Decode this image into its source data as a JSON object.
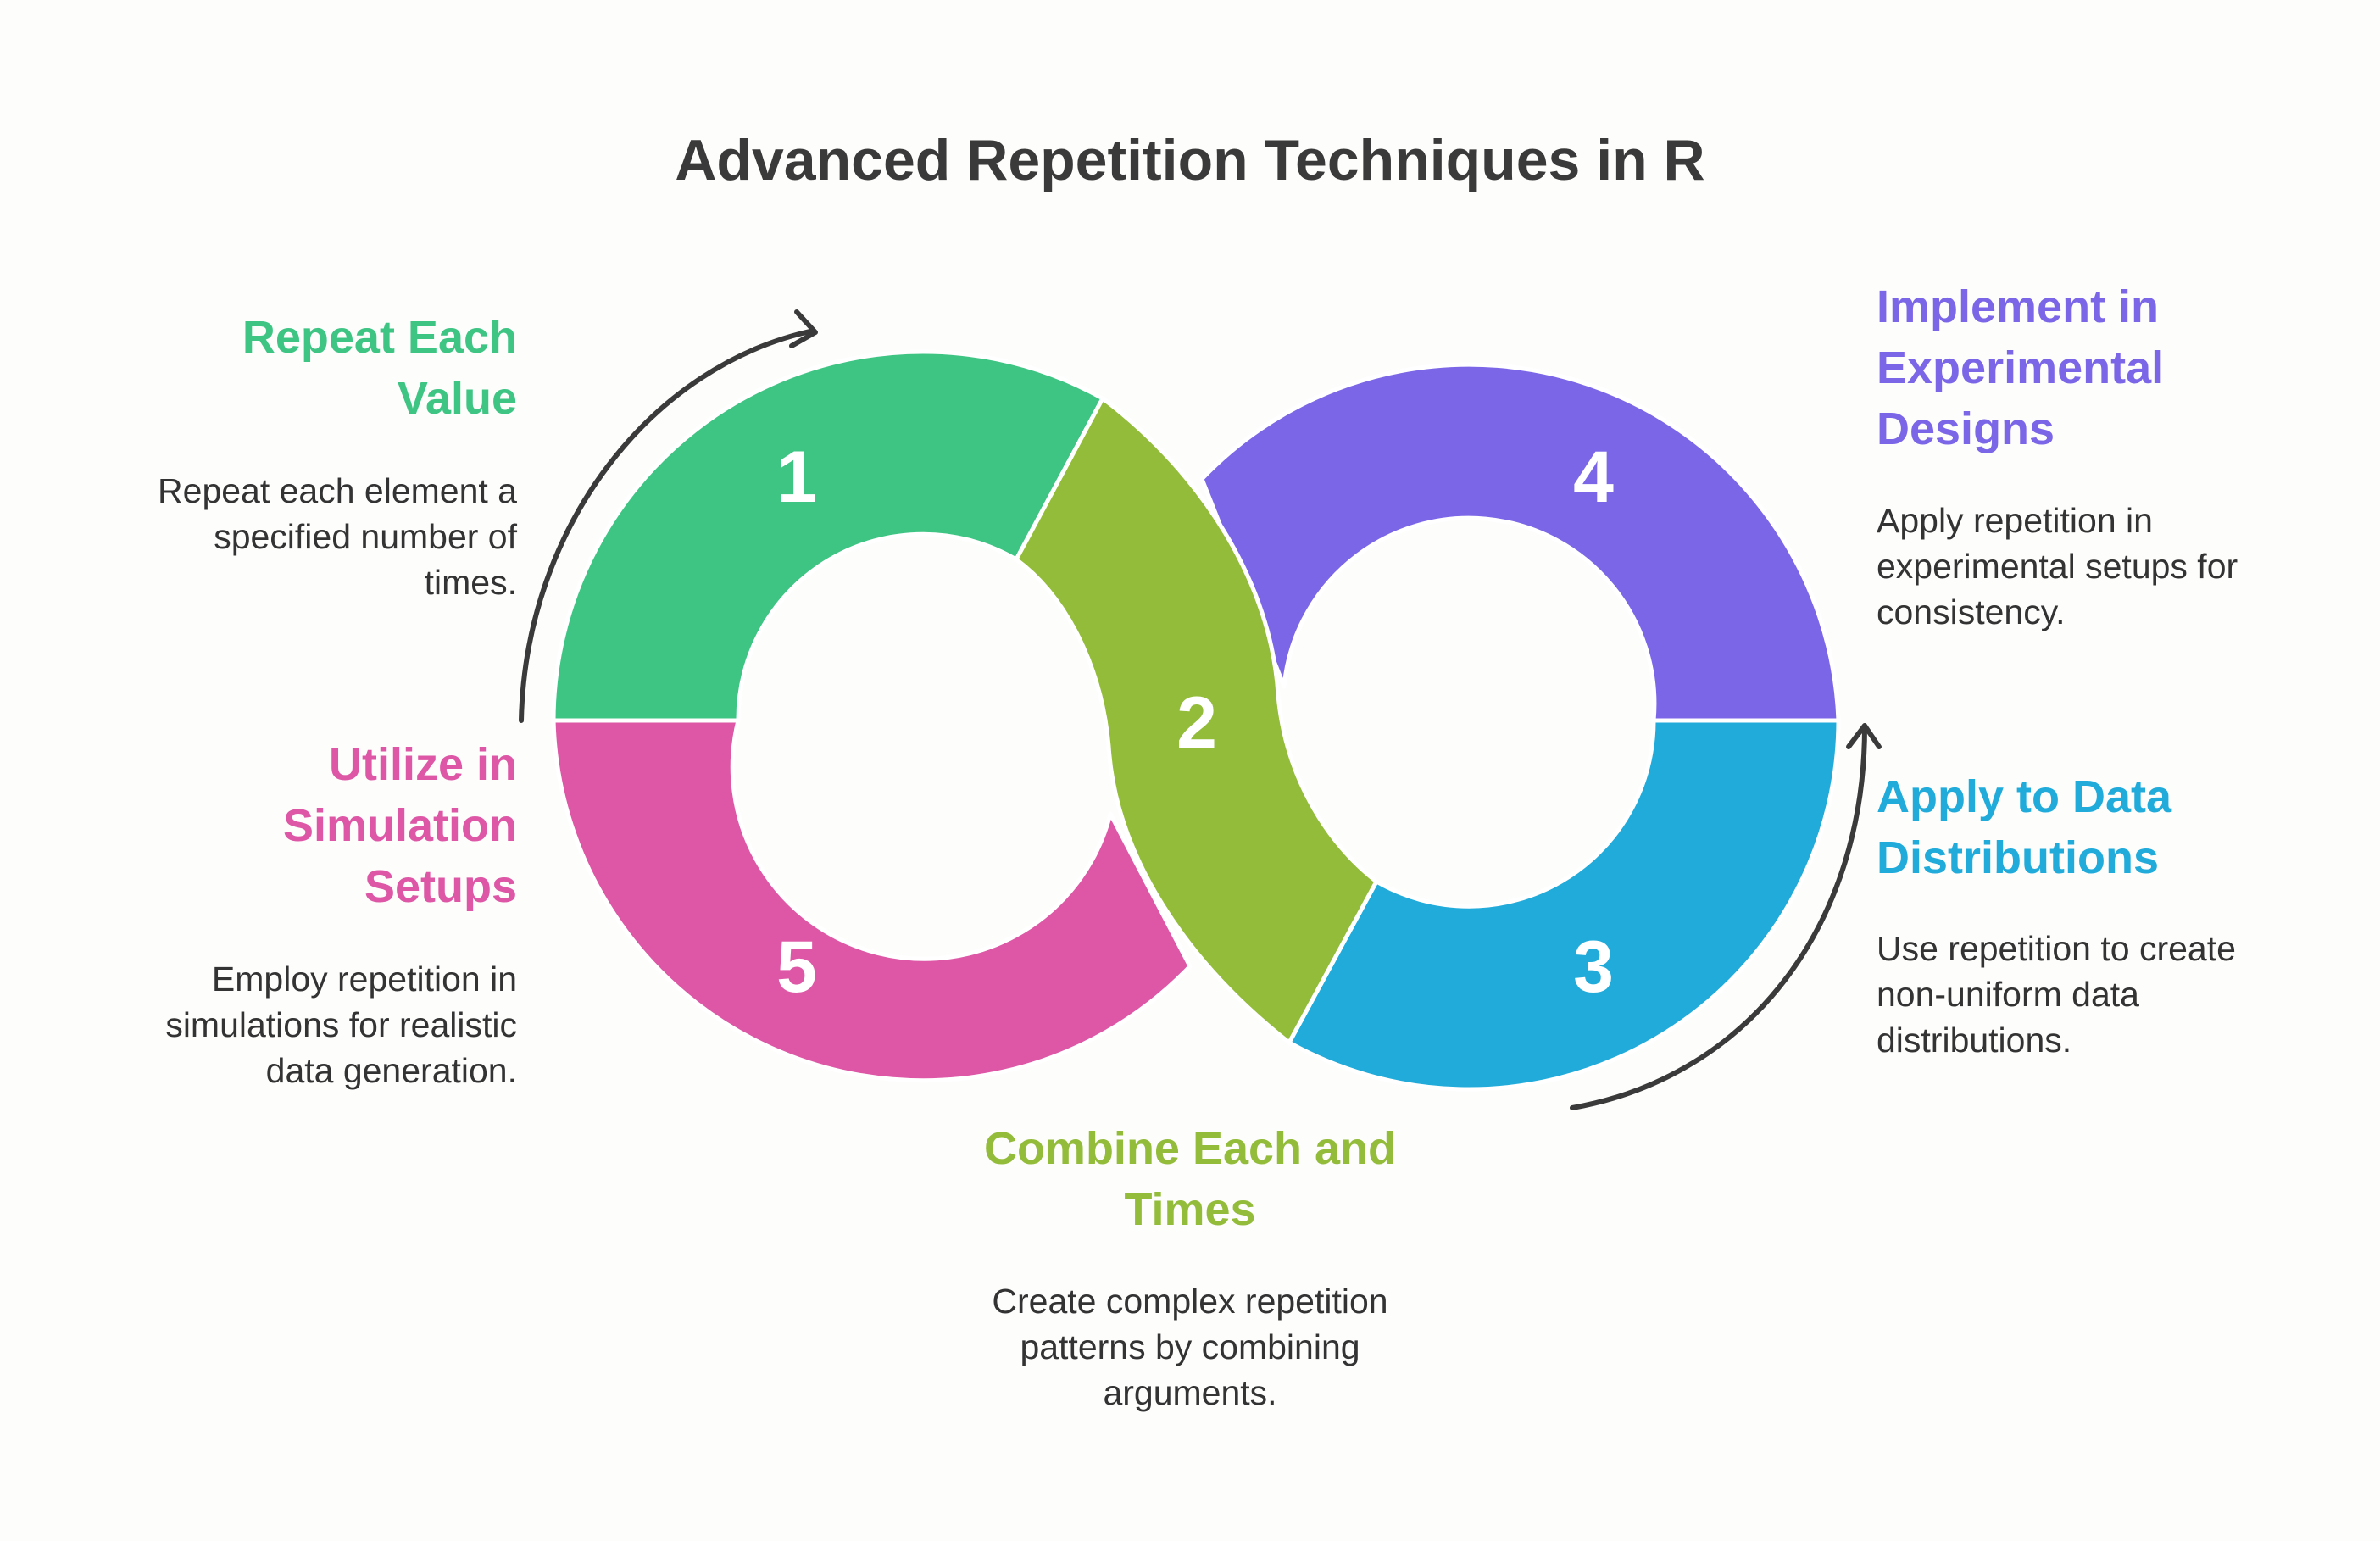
{
  "title": "Advanced Repetition Techniques in R",
  "colors": {
    "step1": "#3ec584",
    "step2": "#93bc3a",
    "step3": "#20abdb",
    "step4": "#7c66e8",
    "step5": "#dd57a6",
    "arrow": "#3a3a3a"
  },
  "steps": [
    {
      "number": "1",
      "heading_lines": [
        "Repeat Each",
        "Value"
      ],
      "description_lines": [
        "Repeat each element a",
        "specified number of",
        "times."
      ]
    },
    {
      "number": "2",
      "heading_lines": [
        "Combine Each and",
        "Times"
      ],
      "description_lines": [
        "Create complex repetition",
        "patterns by combining",
        "arguments."
      ]
    },
    {
      "number": "3",
      "heading_lines": [
        "Apply to Data",
        "Distributions"
      ],
      "description_lines": [
        "Use repetition to create",
        "non-uniform data",
        "distributions."
      ]
    },
    {
      "number": "4",
      "heading_lines": [
        "Implement in",
        "Experimental",
        "Designs"
      ],
      "description_lines": [
        "Apply repetition in",
        "experimental setups for",
        "consistency."
      ]
    },
    {
      "number": "5",
      "heading_lines": [
        "Utilize in",
        "Simulation",
        "Setups"
      ],
      "description_lines": [
        "Employ repetition in",
        "simulations for realistic",
        "data generation."
      ]
    }
  ]
}
